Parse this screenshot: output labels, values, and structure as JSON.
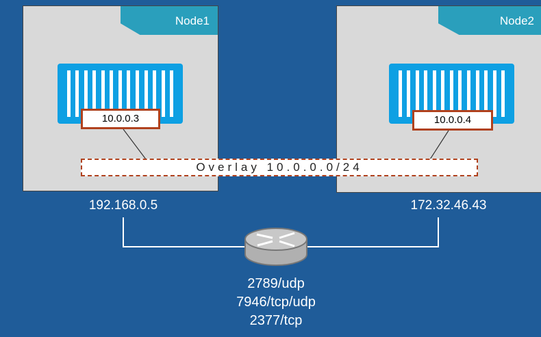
{
  "node1": {
    "label": "Node1",
    "container_ip": "10.0.0.3",
    "host_ip": "192.168.0.5"
  },
  "node2": {
    "label": "Node2",
    "container_ip": "10.0.0.4",
    "host_ip": "172.32.46.43"
  },
  "overlay": {
    "label": "Overlay 10.0.0.0/24"
  },
  "ports": [
    "2789/udp",
    "7946/tcp/udp",
    "2377/tcp"
  ]
}
